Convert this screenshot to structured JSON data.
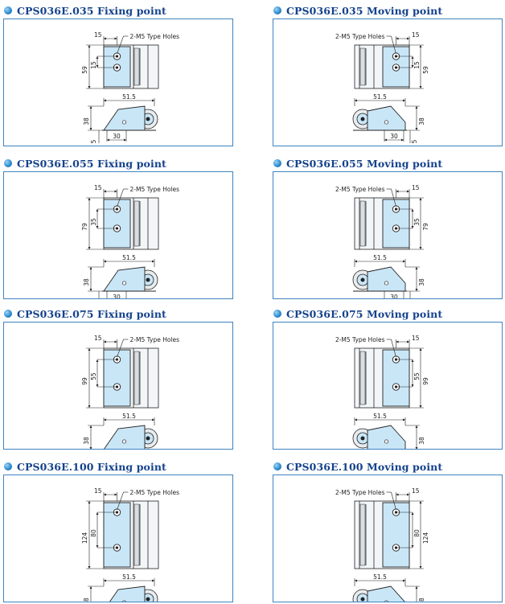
{
  "common": {
    "holes_label": "2-M5 Type Holes",
    "top_offset": "15",
    "width": "51.5",
    "height": "38",
    "base_offset": "5",
    "base_width": "30"
  },
  "panels": [
    {
      "title": "CPS036E.035 Fixing point",
      "total": "59",
      "spacing": "15"
    },
    {
      "title": "CPS036E.035 Moving point",
      "total": "59",
      "spacing": "15"
    },
    {
      "title": "CPS036E.055 Fixing point",
      "total": "79",
      "spacing": "35"
    },
    {
      "title": "CPS036E.055 Moving point",
      "total": "79",
      "spacing": "35"
    },
    {
      "title": "CPS036E.075 Fixing point",
      "total": "99",
      "spacing": "55"
    },
    {
      "title": "CPS036E.075 Moving point",
      "total": "99",
      "spacing": "55"
    },
    {
      "title": "CPS036E.100 Fixing point",
      "total": "124",
      "spacing": "80"
    },
    {
      "title": "CPS036E.100 Moving point",
      "total": "124",
      "spacing": "80"
    }
  ],
  "colors": {
    "title": "#15428c",
    "frame_border": "#3f83c0",
    "part_fill": "#c9e6f7",
    "line": "#222222"
  }
}
